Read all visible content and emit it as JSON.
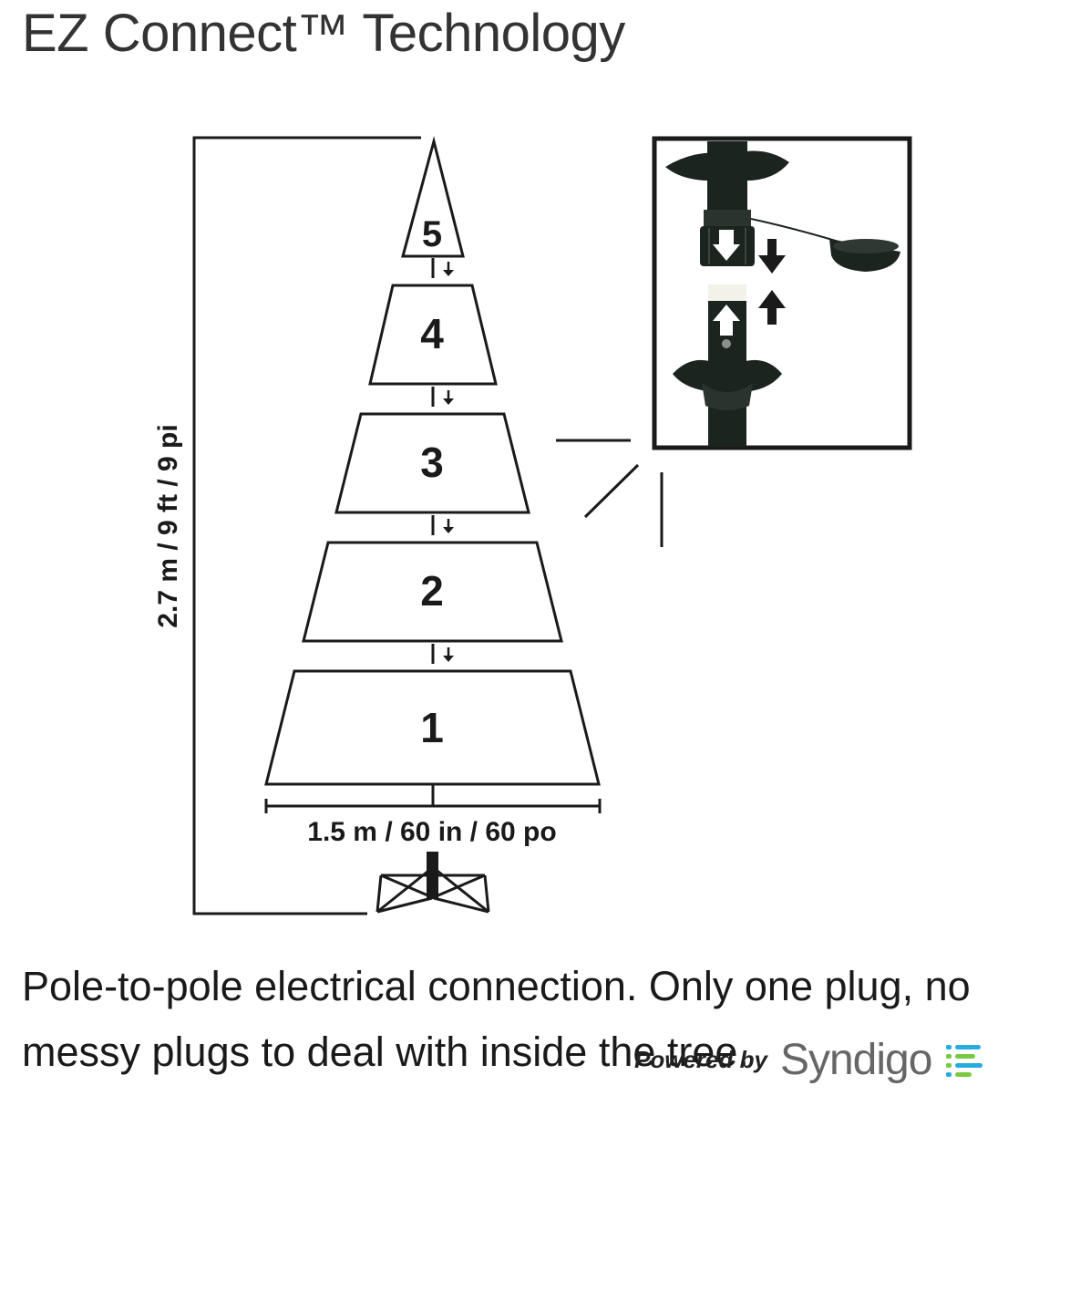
{
  "title": "EZ Connect™ Technology",
  "diagram": {
    "tiers": [
      {
        "number": "5"
      },
      {
        "number": "4"
      },
      {
        "number": "3"
      },
      {
        "number": "2"
      },
      {
        "number": "1"
      }
    ],
    "height_label": "2.7 m / 9 ft / 9 pi",
    "width_label": "1.5 m / 60 in / 60 po"
  },
  "description": "Pole-to-pole electrical connection. Only one plug, no messy plugs to deal with inside the tree.",
  "watermark": {
    "prefix": "Powered by",
    "brand": "Syndigo"
  },
  "colors": {
    "line": "#1a1a1a",
    "pole": "#1c2420",
    "brand_green": "#7ac943",
    "brand_blue": "#29abe2"
  }
}
